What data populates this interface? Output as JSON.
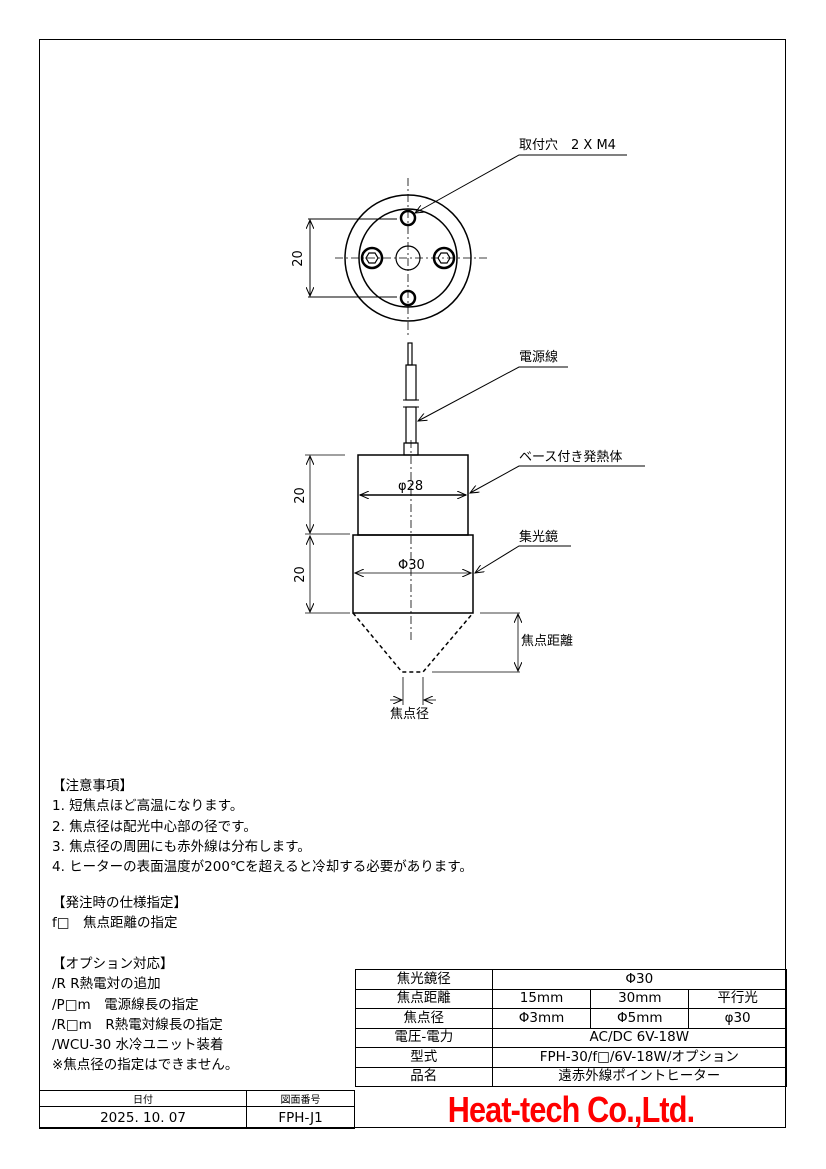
{
  "drawing": {
    "mounting_hole_label": "取付穴　2 X M4",
    "dim_top_view": "20",
    "power_cable_label": "電源線",
    "base_heater_label": "ベース付き発熱体",
    "dim_base_diameter": "φ28",
    "reflector_label": "集光鏡",
    "dim_reflector_diameter": "Φ30",
    "dim_base_height": "20",
    "dim_reflector_height": "20",
    "focal_distance_label": "焦点距離",
    "focal_diameter_label": "焦点径"
  },
  "notes": {
    "caution_heading": "【注意事項】",
    "caution_items": [
      "1. 短焦点ほど高温になります。",
      "2. 焦点径は配光中心部の径です。",
      "3. 焦点径の周囲にも赤外線は分布します。",
      "4. ヒーターの表面温度が200℃を超えると冷却する必要があります。"
    ],
    "order_heading": "【発注時の仕様指定】",
    "order_items": [
      "f□　焦点距離の指定"
    ],
    "option_heading": "【オプション対応】",
    "option_items": [
      "/R R熱電対の追加",
      "/P□m　電源線長の指定",
      "/R□m　R熱電対線長の指定",
      "/WCU-30 水冷ユニット装着",
      "※焦点径の指定はできません。"
    ]
  },
  "spec_table": {
    "reflector_diameter": {
      "label": "焦光鏡径",
      "value": "Φ30"
    },
    "focal_distance": {
      "label": "焦点距離",
      "values": [
        "15mm",
        "30mm",
        "平行光"
      ]
    },
    "focal_diameter": {
      "label": "焦点径",
      "values": [
        "Φ3mm",
        "Φ5mm",
        "φ30"
      ]
    },
    "voltage_power": {
      "label": "電圧-電力",
      "value": "AC/DC 6V-18W"
    },
    "model": {
      "label": "型式",
      "value": "FPH-30/f□/6V-18W/オプション"
    },
    "product_name": {
      "label": "品名",
      "value": "遠赤外線ポイントヒーター"
    }
  },
  "title_block": {
    "date_label": "日付",
    "date_value": "2025. 10. 07",
    "drawing_no_label": "図面番号",
    "drawing_no_value": "FPH-J1",
    "company": "Heat-tech Co.,Ltd.",
    "company_color": "#ff0000"
  }
}
